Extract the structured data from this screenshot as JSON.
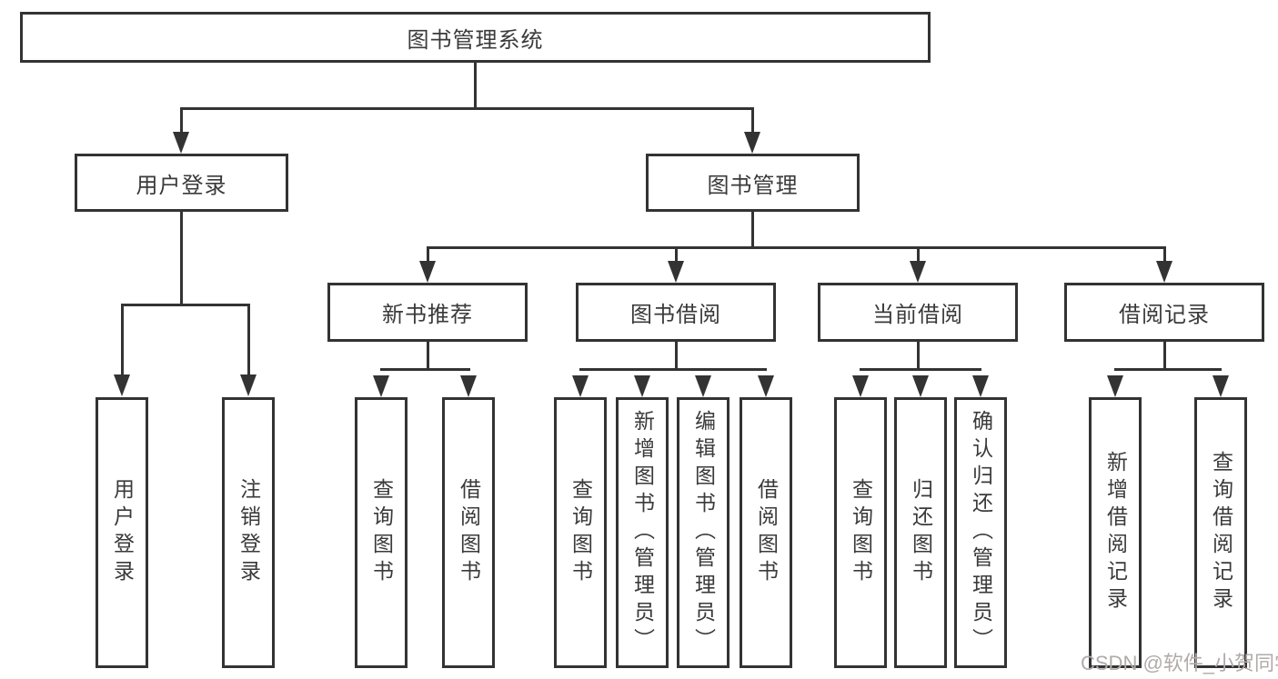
{
  "diagram": {
    "title": "图书管理系统",
    "nodes": {
      "root": "图书管理系统",
      "user_login": "用户登录",
      "book_mgmt": "图书管理",
      "new_book": "新书推荐",
      "book_borrow": "图书借阅",
      "current_borrow": "当前借阅",
      "borrow_records": "借阅记录"
    },
    "leaves": {
      "user_login": [
        "用户登录",
        "注销登录"
      ],
      "new_book": [
        "查询图书",
        "借阅图书"
      ],
      "book_borrow": [
        "查询图书",
        "新增图书（管理员）",
        "编辑图书（管理员）",
        "借阅图书"
      ],
      "current_borrow": [
        "查询图书",
        "归还图书",
        "确认归还（管理员）"
      ],
      "borrow_records": [
        "新增借阅记录",
        "查询借阅记录"
      ]
    },
    "watermark": "CSDN @软件_小贺同学",
    "colors": {
      "line": "#333333",
      "text": "#3a3a3a",
      "watermark": "#b2aaaa"
    }
  }
}
